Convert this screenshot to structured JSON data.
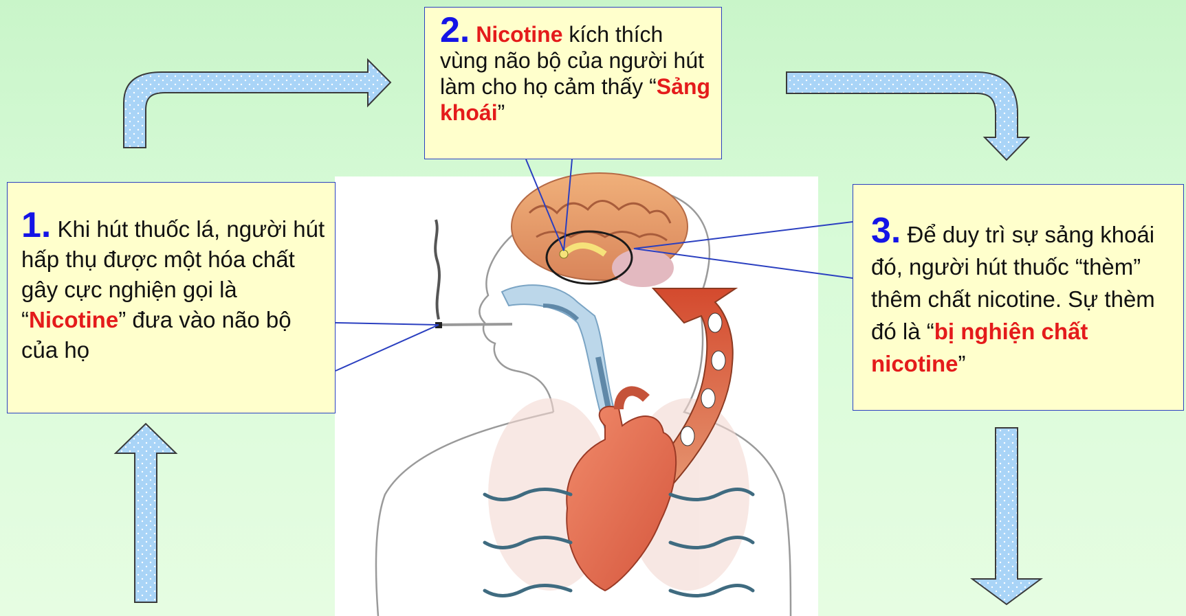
{
  "steps": [
    {
      "number": "1.",
      "text_a": " Khi hút thuốc lá, người hút hấp thụ được một hóa chất gây cực nghiện gọi là “",
      "highlight": "Nicotine",
      "text_b": "” đưa vào não bộ của họ"
    },
    {
      "number": "2.",
      "highlight_a": "Nicotine",
      "text_a": " kích thích vùng não bộ của người hút làm cho họ cảm thấy “",
      "highlight_b": "Sảng khoái",
      "text_b": "”"
    },
    {
      "number": "3.",
      "text_a": " Để duy trì sự sảng khoái đó, người hút thuốc “thèm” thêm chất nicotine. Sự thèm đó là “",
      "highlight": "bị nghiện chất nicotine",
      "text_b": "”"
    }
  ],
  "colors": {
    "background": "#d8fbd8",
    "callout_fill": "#ffffcc",
    "callout_border": "#2a3fc0",
    "step_number": "#1414e6",
    "highlight": "#e41b1b",
    "arrow_fill": "#a9d4f7",
    "arrow_border": "#3a3a3a"
  },
  "illustration": {
    "icons": [
      "brain-icon",
      "heart-icon",
      "cigarette-icon",
      "airway-icon",
      "blood-flow-arrow-icon"
    ]
  }
}
